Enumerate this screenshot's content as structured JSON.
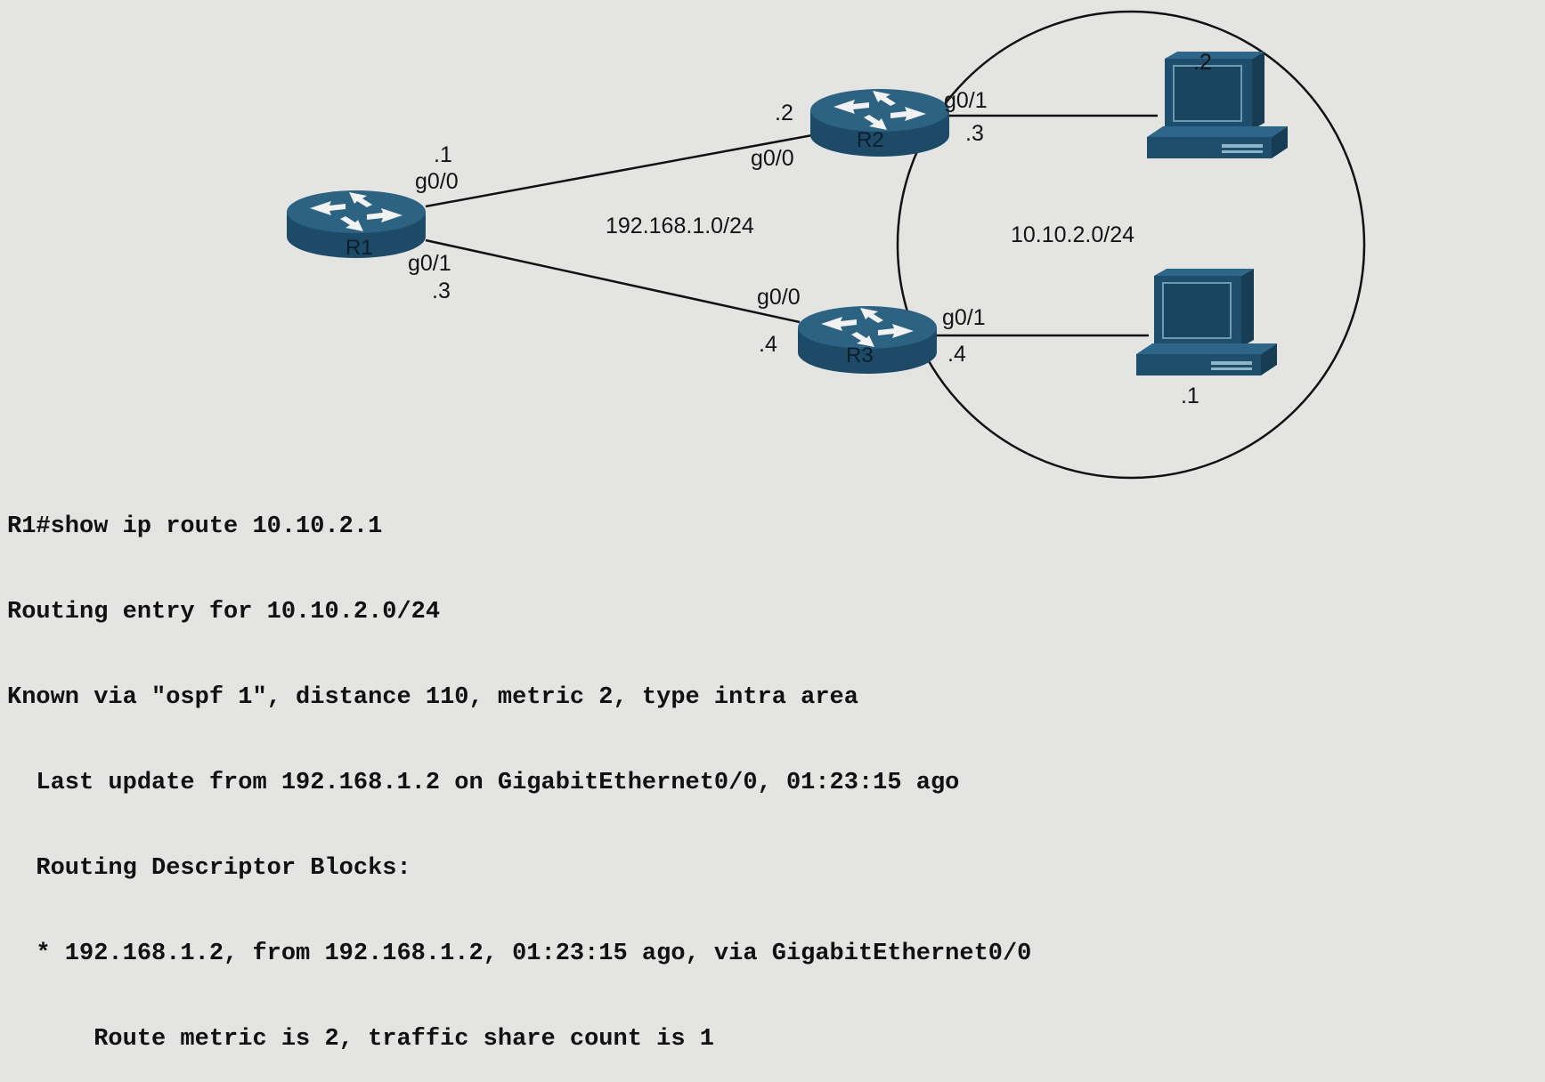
{
  "diagram": {
    "routers": [
      {
        "id": "R1",
        "label": "R1"
      },
      {
        "id": "R2",
        "label": "R2"
      },
      {
        "id": "R3",
        "label": "R3"
      }
    ],
    "labels": {
      "r1_g00_ip": ".1",
      "r1_g00_if": "g0/0",
      "r1_g01_if": "g0/1",
      "r1_g01_ip": ".3",
      "r2_g00_ip": ".2",
      "r2_g00_if": "g0/0",
      "r2_g01_if": "g0/1",
      "r2_g01_ip": ".3",
      "r3_g00_if": "g0/0",
      "r3_g00_ip": ".4",
      "r3_g01_if": "g0/1",
      "r3_g01_ip": ".4",
      "pc_top_ip": ".2",
      "pc_bottom_ip": ".1",
      "net_wan": "192.168.1.0/24",
      "net_lan": "10.10.2.0/24"
    },
    "colors": {
      "router_top": "#2a5d7a",
      "router_body": "#1d4a66",
      "pc": "#1f4e6c",
      "line": "#111111"
    }
  },
  "cli": {
    "lines": [
      "R1#show ip route 10.10.2.1",
      "Routing entry for 10.10.2.0/24",
      "Known via \"ospf 1\", distance 110, metric 2, type intra area",
      "  Last update from 192.168.1.2 on GigabitEthernet0/0, 01:23:15 ago",
      "  Routing Descriptor Blocks:",
      "  * 192.168.1.2, from 192.168.1.2, 01:23:15 ago, via GigabitEthernet0/0",
      "      Route metric is 2, traffic share count is 1"
    ]
  }
}
